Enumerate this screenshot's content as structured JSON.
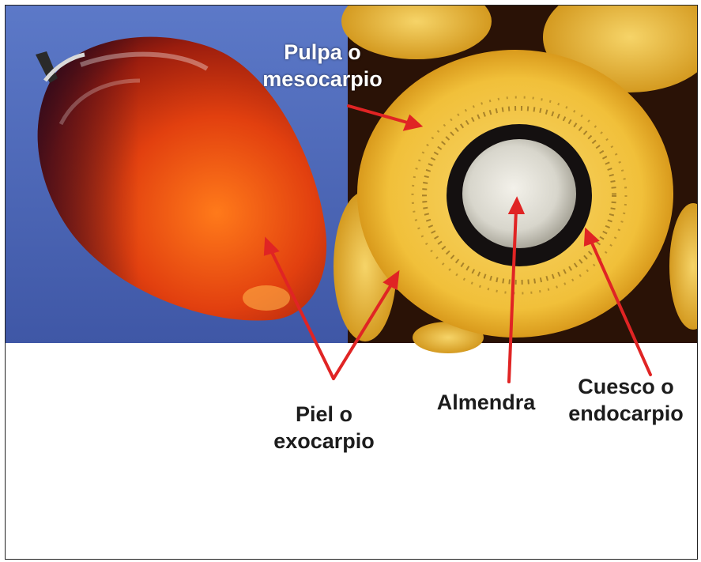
{
  "labels": {
    "pulp": {
      "line1": "Pulpa o",
      "line2": "mesocarpio"
    },
    "skin": {
      "line1": "Piel o",
      "line2": "exocarpio"
    },
    "kernel": {
      "line1": "Almendra"
    },
    "shell": {
      "line1": "Cuesco o",
      "line2": "endocarpio"
    }
  },
  "colors": {
    "background_left": "#4a63b5",
    "fruit_red": "#c22d0c",
    "flesh_yellow": "#f2c23a",
    "arrow_red": "#e02424",
    "dark_background": "#2a1206"
  }
}
